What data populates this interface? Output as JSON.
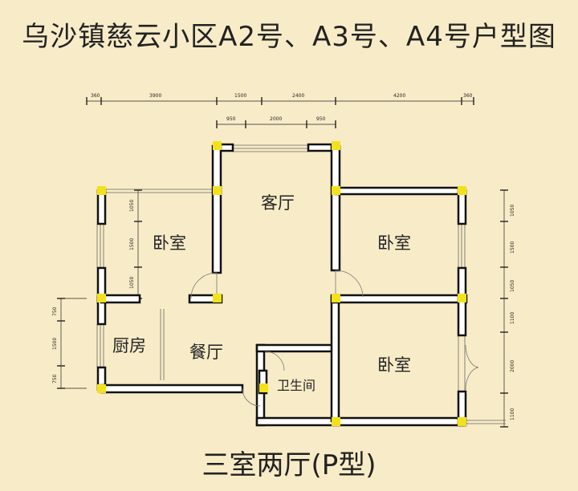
{
  "title": "乌沙镇慈云小区A2号、A3号、A4号户型图",
  "subtitle": "三室两厅(P型)",
  "rooms": {
    "living_room": "客厅",
    "bedroom_left": "卧室",
    "bedroom_right_top": "卧室",
    "bedroom_right_bottom": "卧室",
    "kitchen": "厨房",
    "dining_room": "餐厅",
    "bathroom": "卫生间"
  },
  "dimensions": {
    "top_row1": [
      "360",
      "3900",
      "1500",
      "2400",
      "4200",
      "360"
    ],
    "top_row2": [
      "950",
      "2000",
      "950"
    ],
    "left_upper": [
      "1050",
      "1500",
      "1050"
    ],
    "left_lower": [
      "750",
      "1500",
      "750"
    ],
    "right": [
      "1050",
      "1500",
      "1050",
      "1100",
      "2000",
      "1100"
    ]
  },
  "colors": {
    "background": "#f8ecc8",
    "column": "#f3e11a",
    "wall": "#111111"
  }
}
